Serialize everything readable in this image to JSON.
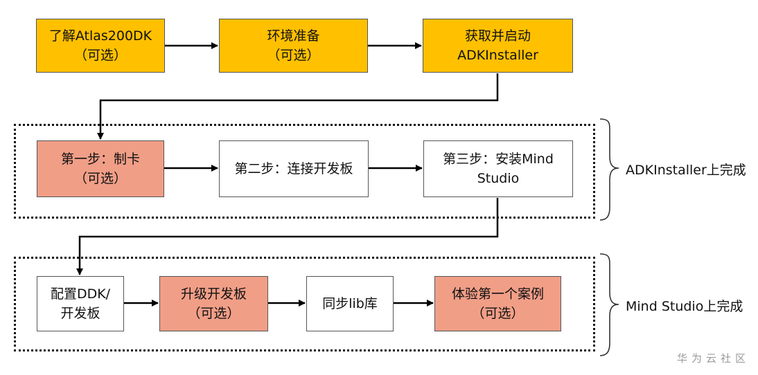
{
  "nodes": {
    "n1": {
      "label": "了解Atlas200DK\n（可选）",
      "fill": "#ffc000"
    },
    "n2": {
      "label": "环境准备\n（可选）",
      "fill": "#ffc000"
    },
    "n3": {
      "label": "获取并启动\nADKInstaller",
      "fill": "#ffc000"
    },
    "n4": {
      "label": "第一步：制卡\n（可选）",
      "fill": "#f19e87"
    },
    "n5": {
      "label": "第二步：连接开发板",
      "fill": "#ffffff"
    },
    "n6": {
      "label": "第三步：安装Mind\nStudio",
      "fill": "#ffffff"
    },
    "n7": {
      "label": "配置DDK/\n开发板",
      "fill": "#ffffff"
    },
    "n8": {
      "label": "升级开发板\n（可选）",
      "fill": "#f19e87"
    },
    "n9": {
      "label": "同步lib库",
      "fill": "#ffffff"
    },
    "n10": {
      "label": "体验第一个案例\n（可选）",
      "fill": "#f19e87"
    }
  },
  "groups": {
    "adk": {
      "label": "ADKInstaller上完成"
    },
    "mind": {
      "label": "Mind Studio上完成"
    }
  },
  "watermark": "华为云社区"
}
